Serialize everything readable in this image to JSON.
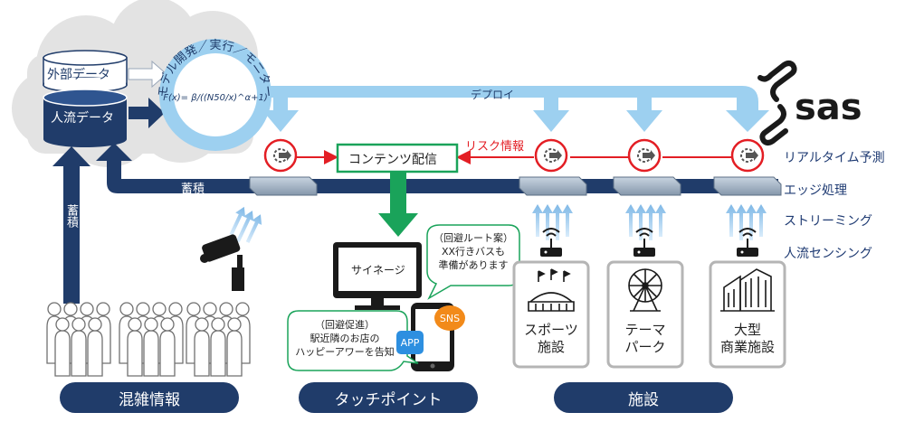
{
  "sources": {
    "external_data": "外部データ",
    "flow_data": "人流データ"
  },
  "model": {
    "arc_text": "モデル開発／実行／モニター",
    "formula": "F(x)= β/((N50/x)^α+1)"
  },
  "pipeline": {
    "deploy": "デプロイ",
    "risk_info": "リスク情報",
    "content_delivery": "コンテンツ配信",
    "accumulate_bar": "蓄積",
    "accumulate_vertical": "蓄積"
  },
  "layers": {
    "realtime": "リアルタイム予測",
    "edge": "エッジ処理",
    "streaming": "ストリーミング",
    "sensing": "人流センシング"
  },
  "logo": "sas",
  "touchpoints": {
    "signage": "サイネージ",
    "bubble1_line1": "（回避ルート案）",
    "bubble1_line2": "XX行きバスも",
    "bubble1_line3": "準備があります",
    "bubble2_line1": "（回避促進）",
    "bubble2_line2": "駅近隣のお店の",
    "bubble2_line3": "ハッピーアワーを告知",
    "app_badge": "APP",
    "sns_badge": "SNS"
  },
  "facilities": {
    "sports_line1": "スポーツ",
    "sports_line2": "施設",
    "theme_line1": "テーマ",
    "theme_line2": "パーク",
    "mall_line1": "大型",
    "mall_line2": "商業施設"
  },
  "categories": {
    "congestion": "混雑情報",
    "touchpoint": "タッチポイント",
    "facility": "施設"
  },
  "colors": {
    "navy": "#203c6a",
    "light_blue": "#9dd0f0",
    "red": "#e31e24",
    "green": "#1aa35a",
    "gray": "#b5b5b5"
  }
}
